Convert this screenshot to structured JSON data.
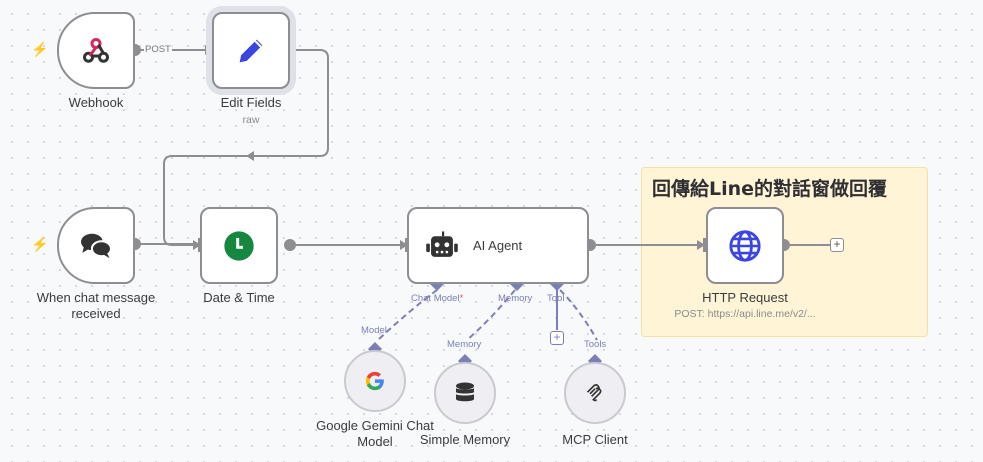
{
  "sticky_note": {
    "title": "回傳給Line的對話窗做回覆",
    "color": "#fff5d6"
  },
  "nodes": {
    "webhook": {
      "label": "Webhook",
      "icon": "webhook-icon",
      "icon_color": "#d6265e"
    },
    "edit_fields": {
      "label": "Edit Fields",
      "sublabel": "raw",
      "icon": "pencil-icon",
      "icon_color": "#3b46e0"
    },
    "chat_trigger": {
      "label_line1": "When chat message",
      "label_line2": "received",
      "icon": "chat-bubbles-icon"
    },
    "date_time": {
      "label": "Date & Time",
      "icon": "clock-icon",
      "icon_color": "#16873f"
    },
    "ai_agent": {
      "label": "AI Agent",
      "icon": "robot-icon",
      "ports": {
        "chat_model": "Chat Model",
        "required_marker": "*",
        "memory": "Memory",
        "tool": "Tool"
      }
    },
    "http_request": {
      "label": "HTTP Request",
      "sublabel": "POST: https://api.line.me/v2/...",
      "icon": "globe-icon",
      "icon_color": "#3b46e0"
    },
    "gemini": {
      "label_line1": "Google Gemini Chat",
      "label_line2": "Model",
      "port": "Model",
      "icon": "google-icon"
    },
    "simple_memory": {
      "label": "Simple Memory",
      "port": "Memory",
      "icon": "database-icon"
    },
    "mcp_client": {
      "label": "MCP Client",
      "port": "Tools",
      "icon": "mcp-icon"
    }
  },
  "connections": {
    "webhook_to_edit_label": "POST"
  },
  "buttons": {
    "add": "+"
  },
  "colors": {
    "wire": "#8d8d92",
    "ai_wire": "#7b7fb7",
    "trigger_bolt": "#f26b5b"
  }
}
